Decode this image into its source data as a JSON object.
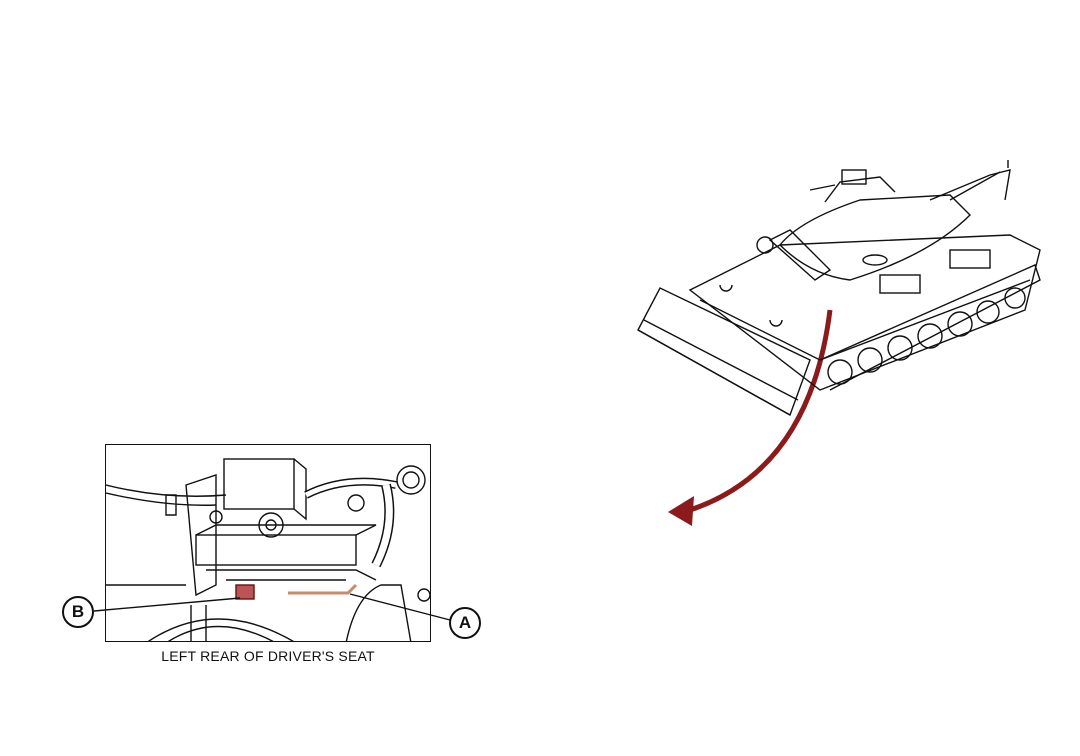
{
  "detail_view": {
    "caption": "LEFT REAR OF DRIVER'S SEAT",
    "callouts": [
      {
        "id": "B",
        "label": "B"
      },
      {
        "id": "A",
        "label": "A"
      }
    ]
  },
  "colors": {
    "line": "#111111",
    "arrow": "#8b1a1a",
    "highlight": "#c98a6a"
  }
}
